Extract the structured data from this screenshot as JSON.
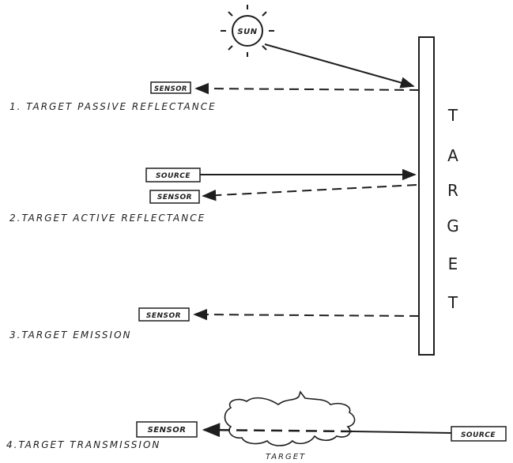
{
  "labels": {
    "sun": "SUN",
    "sensor": "SENSOR",
    "source": "SOURCE",
    "target_letters": [
      "T",
      "A",
      "R",
      "G",
      "E",
      "T"
    ],
    "caption_1": "1. TARGET PASSIVE REFLECTANCE",
    "caption_2": "2.TARGET ACTIVE REFLECTANCE",
    "caption_3": "3.TARGET EMISSION",
    "caption_4": "4.TARGET TRANSMISSION",
    "cloud_target": "TARGET"
  },
  "colors": {
    "ink": "#1e1e1e",
    "paper": "#ffffff"
  }
}
